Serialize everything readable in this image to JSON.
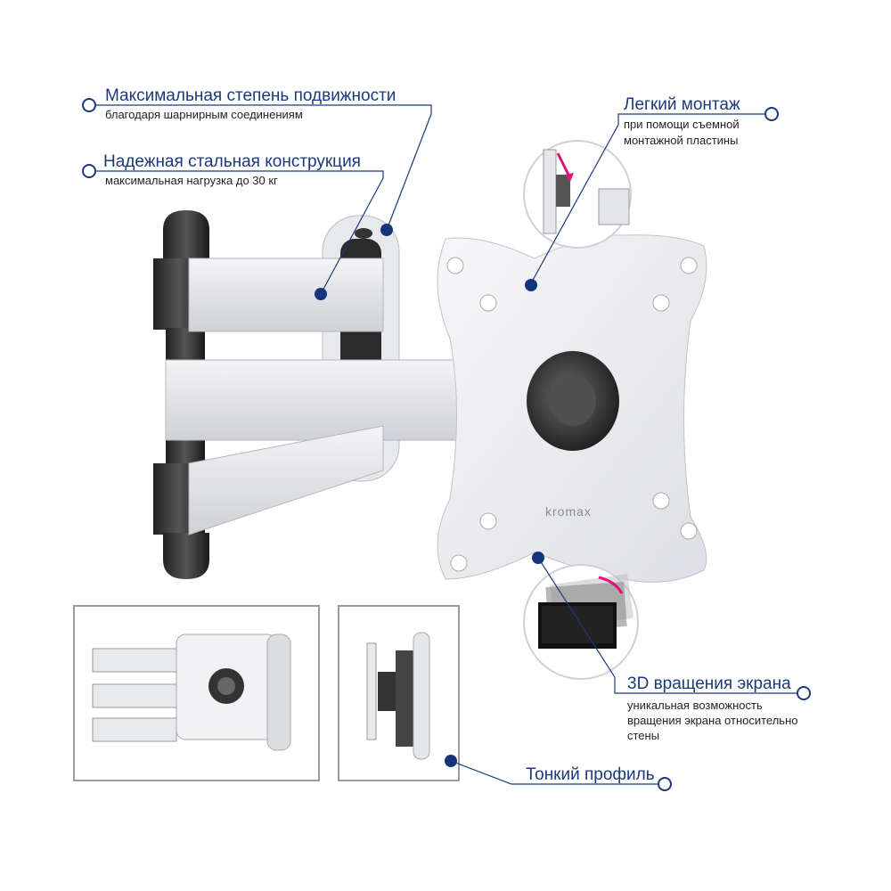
{
  "features": {
    "mobility": {
      "title": "Максимальная степень подвижности",
      "subtitle": "благодаря шарнирным соединениям"
    },
    "steel": {
      "title": "Надежная стальная конструкция",
      "subtitle": "максимальная нагрузка до 30 кг"
    },
    "mounting": {
      "title": "Легкий монтаж",
      "subtitle_line1": "при помощи съемной",
      "subtitle_line2": "монтажной пластины"
    },
    "rotation": {
      "title": "3D вращения экрана",
      "subtitle_line1": "уникальная возможность",
      "subtitle_line2": "вращения экрана относительно",
      "subtitle_line3": "стены"
    },
    "profile": {
      "title": "Тонкий профиль"
    }
  },
  "brand": {
    "name": "kromax"
  },
  "colors": {
    "callout": "#1b3a7a",
    "dot": "#14357e",
    "arrow": "#e0157a"
  }
}
